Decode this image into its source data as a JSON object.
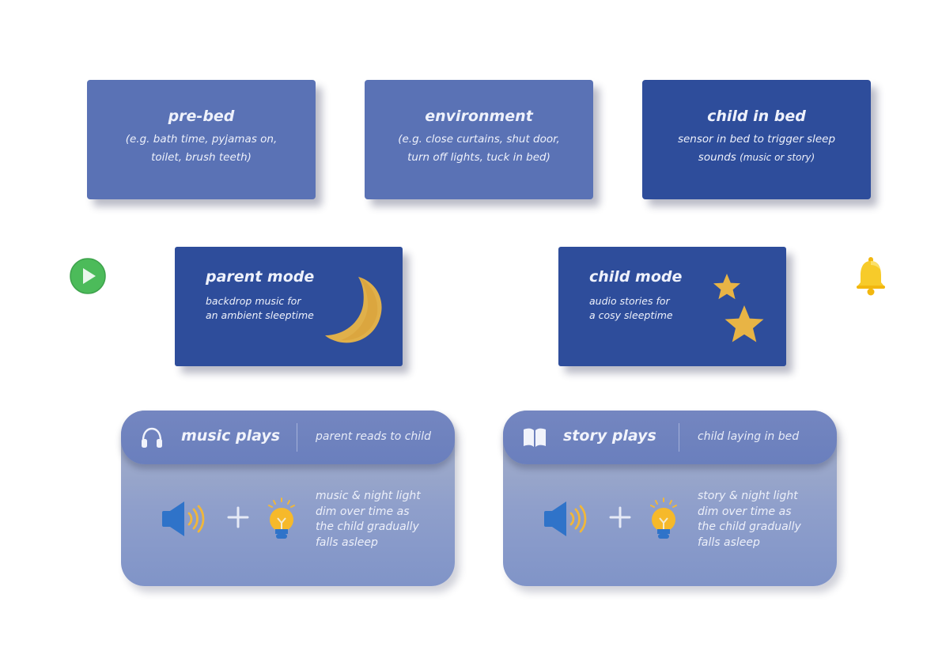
{
  "top_cards": [
    {
      "title": "pre-bed",
      "desc_line1": "(e.g. bath time, pyjamas on,",
      "desc_line2": "toilet, brush teeth)"
    },
    {
      "title": "environment",
      "desc_line1": "(e.g. close curtains, shut door,",
      "desc_line2": "turn off lights, tuck in bed)"
    },
    {
      "title": "child in bed",
      "desc_line1": "sensor in bed to trigger sleep",
      "desc_line2_main": "sounds",
      "desc_line2_small": "(music or story)"
    }
  ],
  "modes": {
    "parent": {
      "title": "parent mode",
      "desc_line1": "backdrop music for",
      "desc_line2": "an ambient sleeptime"
    },
    "child": {
      "title": "child mode",
      "desc_line1": "audio stories for",
      "desc_line2": "a cosy sleeptime"
    }
  },
  "panels": {
    "music": {
      "title": "music plays",
      "subtitle": "parent reads to child",
      "body": [
        "music & night light",
        "dim over time as",
        "the child gradually",
        "falls asleep"
      ],
      "plus": "+"
    },
    "story": {
      "title": "story plays",
      "subtitle": "child laying in bed",
      "body": [
        "story & night light",
        "dim over time as",
        "the child gradually",
        "falls asleep"
      ],
      "plus": "+"
    }
  },
  "icons": {
    "play": "play-icon",
    "bell": "bell-icon",
    "moon": "moon-icon",
    "stars": "star-icon",
    "headphones": "headphones-icon",
    "book": "book-icon",
    "speaker": "speaker-icon",
    "bulb": "lightbulb-icon"
  },
  "colors": {
    "card_light": "#5a72b5",
    "card_dark": "#2e4d9b",
    "moon": "#e0b04a",
    "star": "#e8b445",
    "play": "#4cbb5a",
    "bell": "#f6c822",
    "speaker": "#2f73c9"
  }
}
